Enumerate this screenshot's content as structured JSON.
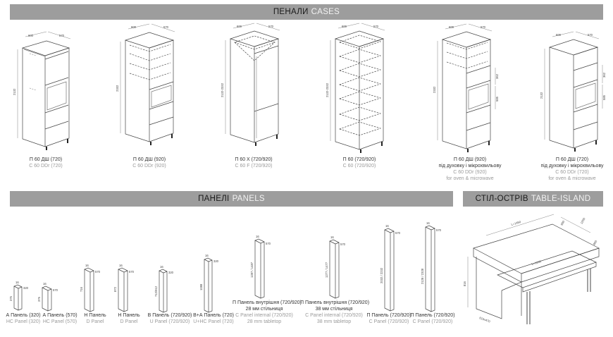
{
  "sections": {
    "cases": {
      "ua": "ПЕНАЛИ",
      "en": "CASES"
    },
    "panels": {
      "ua": "ПАНЕЛІ",
      "en": "PANELS"
    },
    "island": {
      "ua": "СТІЛ-ОСТРІВ",
      "en": "TABLE-ISLAND"
    }
  },
  "cases": [
    {
      "ua": "П 60 ДШ (720)",
      "en": "C 60 DDr (720)",
      "extra_ua": "",
      "extra_en": "",
      "w": "600",
      "d": "570",
      "h": "2132"
    },
    {
      "ua": "П 60 ДШ (920)",
      "en": "C 60 DDr (920)",
      "extra_ua": "",
      "extra_en": "",
      "w": "600",
      "d": "570",
      "h": "2332"
    },
    {
      "ua": "П 60 Х (720/920)",
      "en": "C 60 F (720/920)",
      "extra_ua": "",
      "extra_en": "",
      "w": "600",
      "d": "570",
      "h": "2132-2332"
    },
    {
      "ua": "П 60 (720/920)",
      "en": "C 60 (720/920)",
      "extra_ua": "",
      "extra_en": "",
      "w": "600",
      "d": "570",
      "h": "2132-2332"
    },
    {
      "ua": "П 60 ДШ (920)",
      "en": "C 60 DDr (920)",
      "extra_ua": "під духовку і мікрохвильову",
      "extra_en": "for oven & microwave",
      "w": "600",
      "d": "570",
      "h": "2332",
      "s1": "362",
      "s2": "585"
    },
    {
      "ua": "П 60 ДШ (720)",
      "en": "C 60 DDr (720)",
      "extra_ua": "під духовку і мікрохвильову",
      "extra_en": "for oven & microwave",
      "w": "600",
      "d": "570",
      "h": "2132",
      "s1": "362",
      "s2": "585"
    }
  ],
  "panels": [
    {
      "ua": "А Панель (320)",
      "en": "HC Panel (320)",
      "extra_ua": "",
      "extra_en": "",
      "a": "16",
      "b": "320",
      "h": "376"
    },
    {
      "ua": "А Панель (570)",
      "en": "HC Panel (570)",
      "extra_ua": "",
      "extra_en": "",
      "a": "16",
      "b": "570",
      "h": "376"
    },
    {
      "ua": "Н Панель",
      "en": "D Panel",
      "extra_ua": "",
      "extra_en": "",
      "a": "16",
      "b": "570",
      "h": "716"
    },
    {
      "ua": "Н Панель",
      "en": "D Panel",
      "extra_ua": "",
      "extra_en": "",
      "a": "16",
      "b": "570",
      "h": "872"
    },
    {
      "ua": "В Панель (720/920)",
      "en": "U Panel (720/920)",
      "extra_ua": "",
      "extra_en": "",
      "a": "16",
      "b": "320",
      "h": "712/912"
    },
    {
      "ua": "В+А Панель (720)",
      "en": "U+HC Panel (720)",
      "extra_ua": "",
      "extra_en": "",
      "a": "16",
      "b": "320",
      "h": "1088"
    },
    {
      "ua": "П Панель внутрішня (720/920)",
      "en": "C Panel internal (720/920)",
      "extra_ua": "28 мм стільниця",
      "extra_en": "28 mm tabletop",
      "a": "16",
      "b": "570",
      "h": "1287 / 1487"
    },
    {
      "ua": "П Панель внутрішня (720/920)",
      "en": "C Panel internal (720/920)",
      "extra_ua": "38 мм стільниця",
      "extra_en": "38 mm tabletop",
      "a": "16",
      "b": "570",
      "h": "1277 / 1477"
    },
    {
      "ua": "П Панель (720/920)",
      "en": "C Panel (720/920)",
      "extra_ua": "",
      "extra_en": "",
      "a": "16",
      "b": "570",
      "h": "2032 / 2232"
    },
    {
      "ua": "П Панель (720/920)",
      "en": "C Panel (720/920)",
      "extra_ua": "",
      "extra_en": "",
      "a": "16",
      "b": "570",
      "h": "2128 / 2328"
    }
  ],
  "island": {
    "length": "L=1450",
    "top_w": "600",
    "top_d": "1250",
    "top_d2": "800",
    "height": "816",
    "inner": "L=1100",
    "base": "610x470"
  }
}
